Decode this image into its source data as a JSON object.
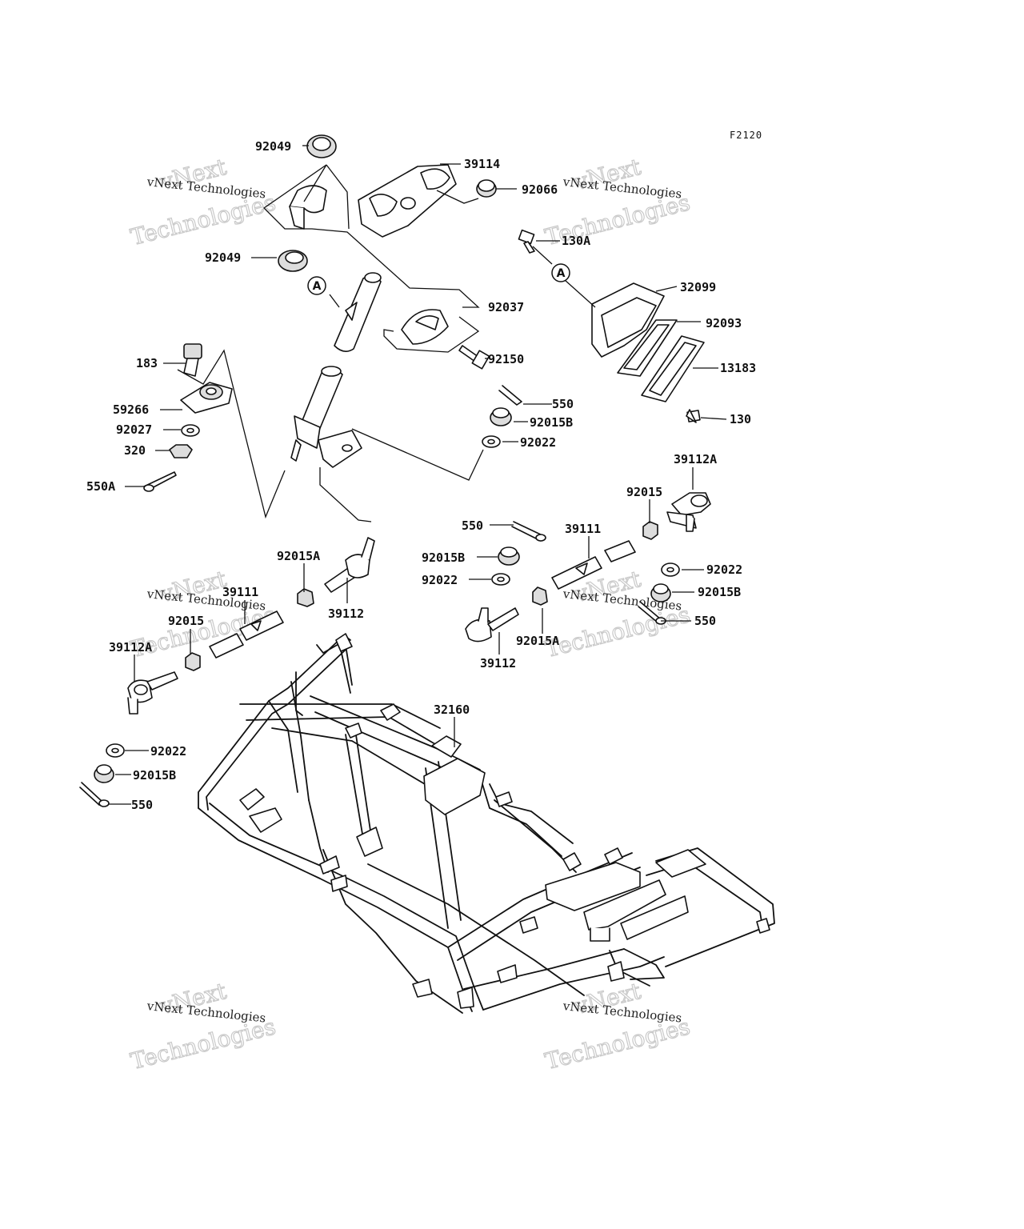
{
  "figure_code": "F2120",
  "watermark": {
    "line1": "vNext Technologies",
    "line2": "vNext",
    "line3": "Technologies"
  },
  "reference_marker": "A",
  "labels": {
    "l_92049_top": "92049",
    "l_39114": "39114",
    "l_92066": "92066",
    "l_130A": "130A",
    "l_92049_mid": "92049",
    "l_32099": "32099",
    "l_92037": "92037",
    "l_92093": "92093",
    "l_92150": "92150",
    "l_13183": "13183",
    "l_183": "183",
    "l_550_a": "550",
    "l_59266": "59266",
    "l_92015B_a": "92015B",
    "l_130": "130",
    "l_92027": "92027",
    "l_92022_a": "92022",
    "l_320": "320",
    "l_39112A_r": "39112A",
    "l_550A": "550A",
    "l_92015_r": "92015",
    "l_550_b": "550",
    "l_39111_r": "39111",
    "l_92015A_l": "92015A",
    "l_92015B_b": "92015B",
    "l_92022_r": "92022",
    "l_39111_l": "39111",
    "l_92022_b": "92022",
    "l_92015B_r": "92015B",
    "l_39112_l": "39112",
    "l_92015_l": "92015",
    "l_550_r": "550",
    "l_39112A_l": "39112A",
    "l_92015A_r": "92015A",
    "l_39112_r": "39112",
    "l_32160": "32160",
    "l_92022_ll": "92022",
    "l_92015B_ll": "92015B",
    "l_550_ll": "550"
  }
}
